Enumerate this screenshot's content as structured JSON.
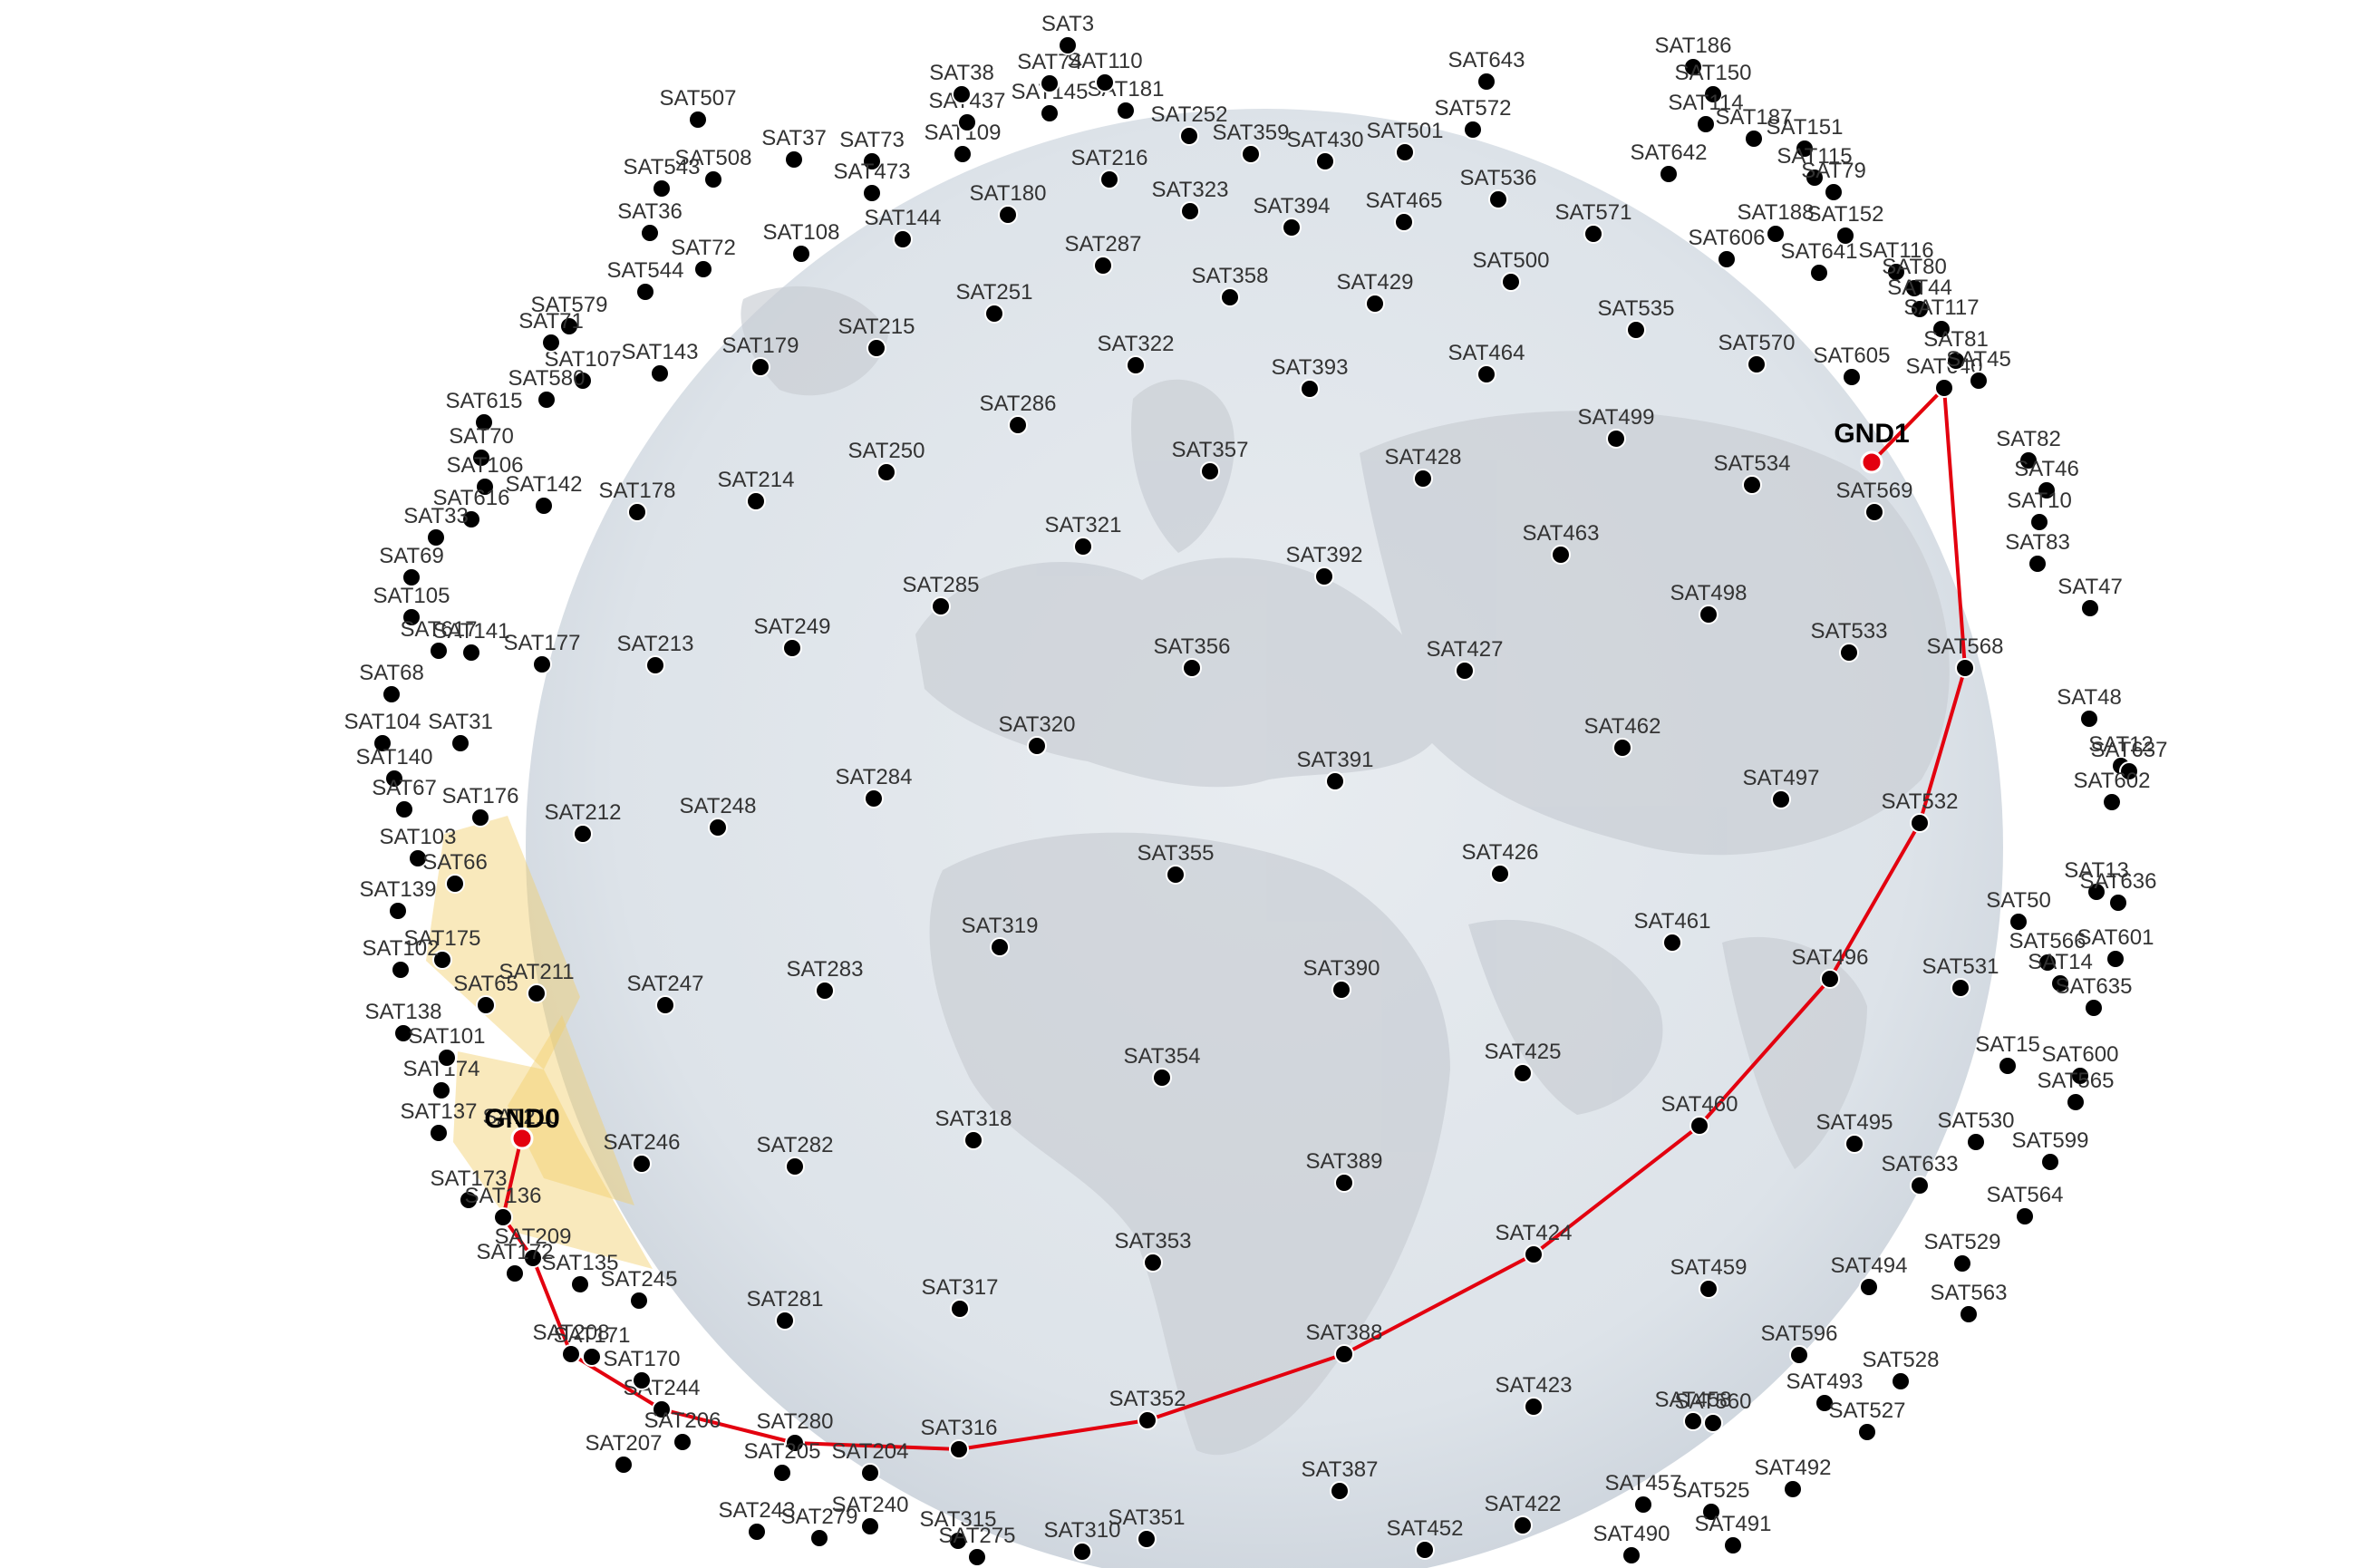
{
  "colors": {
    "background": "#ffffff",
    "globe": "#dfe4ea",
    "globe_edge": "#c9d2dc",
    "land": "#c7ccd3",
    "satellite": "#000000",
    "label": "#333333",
    "route": "#e3000f",
    "uplink": "#f2d600",
    "coverage": "#f2cf6a",
    "ground_station": "#e3000f"
  },
  "ground_stations": [
    {
      "id": "gnd-0",
      "label": "GND0"
    },
    {
      "id": "gnd-1",
      "label": "GND1"
    }
  ],
  "satellites": [
    {
      "label": "SAT216"
    },
    {
      "label": "SAT323"
    },
    {
      "label": "SAT394"
    },
    {
      "label": "SAT465"
    },
    {
      "label": "SAT536"
    },
    {
      "label": "SAT571"
    },
    {
      "label": "SAT606"
    },
    {
      "label": "SAT641"
    },
    {
      "label": "SAT180"
    },
    {
      "label": "SAT144"
    },
    {
      "label": "SAT108"
    },
    {
      "label": "SAT72"
    },
    {
      "label": "SAT287"
    },
    {
      "label": "SAT358"
    },
    {
      "label": "SAT429"
    },
    {
      "label": "SAT500"
    },
    {
      "label": "SAT535"
    },
    {
      "label": "SAT570"
    },
    {
      "label": "SAT605"
    },
    {
      "label": "SAT640"
    },
    {
      "label": "SAT251"
    },
    {
      "label": "SAT215"
    },
    {
      "label": "SAT179"
    },
    {
      "label": "SAT143"
    },
    {
      "label": "SAT107"
    },
    {
      "label": "SAT322"
    },
    {
      "label": "SAT393"
    },
    {
      "label": "SAT464"
    },
    {
      "label": "SAT499"
    },
    {
      "label": "SAT534"
    },
    {
      "label": "SAT569"
    },
    {
      "label": "SAT286"
    },
    {
      "label": "SAT250"
    },
    {
      "label": "SAT214"
    },
    {
      "label": "SAT178"
    },
    {
      "label": "SAT357"
    },
    {
      "label": "SAT428"
    },
    {
      "label": "SAT463"
    },
    {
      "label": "SAT321"
    },
    {
      "label": "SAT285"
    },
    {
      "label": "SAT249"
    },
    {
      "label": "SAT213"
    },
    {
      "label": "SAT177"
    },
    {
      "label": "SAT392"
    },
    {
      "label": "SAT498"
    },
    {
      "label": "SAT533"
    },
    {
      "label": "SAT568"
    },
    {
      "label": "SAT356"
    },
    {
      "label": "SAT427"
    },
    {
      "label": "SAT320"
    },
    {
      "label": "SAT284"
    },
    {
      "label": "SAT248"
    },
    {
      "label": "SAT212"
    },
    {
      "label": "SAT176"
    },
    {
      "label": "SAT391"
    },
    {
      "label": "SAT462"
    },
    {
      "label": "SAT497"
    },
    {
      "label": "SAT532"
    },
    {
      "label": "SAT355"
    },
    {
      "label": "SAT426"
    },
    {
      "label": "SAT319"
    },
    {
      "label": "SAT283"
    },
    {
      "label": "SAT247"
    },
    {
      "label": "SAT211"
    },
    {
      "label": "SAT175"
    },
    {
      "label": "SAT461"
    },
    {
      "label": "SAT496"
    },
    {
      "label": "SAT531"
    },
    {
      "label": "SAT390"
    },
    {
      "label": "SAT354"
    },
    {
      "label": "SAT425"
    },
    {
      "label": "SAT318"
    },
    {
      "label": "SAT282"
    },
    {
      "label": "SAT246"
    },
    {
      "label": "SAT210"
    },
    {
      "label": "SAT174"
    },
    {
      "label": "SAT460"
    },
    {
      "label": "SAT495"
    },
    {
      "label": "SAT530"
    },
    {
      "label": "SAT389"
    },
    {
      "label": "SAT353"
    },
    {
      "label": "SAT424"
    },
    {
      "label": "SAT317"
    },
    {
      "label": "SAT281"
    },
    {
      "label": "SAT245"
    },
    {
      "label": "SAT209"
    },
    {
      "label": "SAT459"
    },
    {
      "label": "SAT494"
    },
    {
      "label": "SAT529"
    },
    {
      "label": "SAT388"
    },
    {
      "label": "SAT352"
    },
    {
      "label": "SAT423"
    },
    {
      "label": "SAT316"
    },
    {
      "label": "SAT280"
    },
    {
      "label": "SAT244"
    },
    {
      "label": "SAT208"
    },
    {
      "label": "SAT458"
    },
    {
      "label": "SAT493"
    },
    {
      "label": "SAT528"
    },
    {
      "label": "SAT387"
    },
    {
      "label": "SAT351"
    },
    {
      "label": "SAT422"
    },
    {
      "label": "SAT315"
    },
    {
      "label": "SAT279"
    },
    {
      "label": "SAT243"
    },
    {
      "label": "SAT207"
    },
    {
      "label": "SAT457"
    },
    {
      "label": "SAT492"
    },
    {
      "label": "SAT527"
    },
    {
      "label": "SAT501"
    },
    {
      "label": "SAT430"
    },
    {
      "label": "SAT359"
    },
    {
      "label": "SAT252"
    },
    {
      "label": "SAT181"
    },
    {
      "label": "SAT145"
    },
    {
      "label": "SAT109"
    },
    {
      "label": "SAT437"
    },
    {
      "label": "SAT73"
    },
    {
      "label": "SAT37"
    },
    {
      "label": "SAT36"
    },
    {
      "label": "SAT544"
    },
    {
      "label": "SAT579"
    },
    {
      "label": "SAT71"
    },
    {
      "label": "SAT580"
    },
    {
      "label": "SAT615"
    },
    {
      "label": "SAT70"
    },
    {
      "label": "SAT106"
    },
    {
      "label": "SAT142"
    },
    {
      "label": "SAT616"
    },
    {
      "label": "SAT33"
    },
    {
      "label": "SAT69"
    },
    {
      "label": "SAT105"
    },
    {
      "label": "SAT617"
    },
    {
      "label": "SAT141"
    },
    {
      "label": "SAT68"
    },
    {
      "label": "SAT104"
    },
    {
      "label": "SAT31"
    },
    {
      "label": "SAT140"
    },
    {
      "label": "SAT67"
    },
    {
      "label": "SAT103"
    },
    {
      "label": "SAT66"
    },
    {
      "label": "SAT139"
    },
    {
      "label": "SAT102"
    },
    {
      "label": "SAT65"
    },
    {
      "label": "SAT138"
    },
    {
      "label": "SAT101"
    },
    {
      "label": "SAT137"
    },
    {
      "label": "SAT173"
    },
    {
      "label": "SAT136"
    },
    {
      "label": "SAT172"
    },
    {
      "label": "SAT135"
    },
    {
      "label": "SAT171"
    },
    {
      "label": "SAT170"
    },
    {
      "label": "SAT206"
    },
    {
      "label": "SAT205"
    },
    {
      "label": "SAT204"
    },
    {
      "label": "SAT240"
    },
    {
      "label": "SAT275"
    },
    {
      "label": "SAT310"
    },
    {
      "label": "SAT186"
    },
    {
      "label": "SAT150"
    },
    {
      "label": "SAT114"
    },
    {
      "label": "SAT187"
    },
    {
      "label": "SAT151"
    },
    {
      "label": "SAT115"
    },
    {
      "label": "SAT79"
    },
    {
      "label": "SAT642"
    },
    {
      "label": "SAT188"
    },
    {
      "label": "SAT152"
    },
    {
      "label": "SAT116"
    },
    {
      "label": "SAT80"
    },
    {
      "label": "SAT44"
    },
    {
      "label": "SAT117"
    },
    {
      "label": "SAT81"
    },
    {
      "label": "SAT45"
    },
    {
      "label": "SAT82"
    },
    {
      "label": "SAT46"
    },
    {
      "label": "SAT10"
    },
    {
      "label": "SAT83"
    },
    {
      "label": "SAT47"
    },
    {
      "label": "SAT48"
    },
    {
      "label": "SAT12"
    },
    {
      "label": "SAT637"
    },
    {
      "label": "SAT602"
    },
    {
      "label": "SAT13"
    },
    {
      "label": "SAT636"
    },
    {
      "label": "SAT50"
    },
    {
      "label": "SAT601"
    },
    {
      "label": "SAT566"
    },
    {
      "label": "SAT14"
    },
    {
      "label": "SAT635"
    },
    {
      "label": "SAT15"
    },
    {
      "label": "SAT600"
    },
    {
      "label": "SAT565"
    },
    {
      "label": "SAT599"
    },
    {
      "label": "SAT633"
    },
    {
      "label": "SAT564"
    },
    {
      "label": "SAT563"
    },
    {
      "label": "SAT596"
    },
    {
      "label": "SAT560"
    },
    {
      "label": "SAT525"
    },
    {
      "label": "SAT491"
    },
    {
      "label": "SAT490"
    },
    {
      "label": "SAT452"
    },
    {
      "label": "SAT643"
    },
    {
      "label": "SAT572"
    },
    {
      "label": "SAT507"
    },
    {
      "label": "SAT543"
    },
    {
      "label": "SAT508"
    },
    {
      "label": "SAT38"
    },
    {
      "label": "SAT74"
    },
    {
      "label": "SAT110"
    },
    {
      "label": "SAT3"
    },
    {
      "label": "SAT473"
    }
  ],
  "map": {
    "route_hops": [
      "GND1",
      "SAT640",
      "SAT568",
      "SAT532",
      "SAT496",
      "SAT460",
      "SAT424",
      "SAT388",
      "SAT352",
      "SAT316",
      "SAT280",
      "SAT244",
      "SAT208",
      "SAT209",
      "SAT136",
      "SAT210"
    ]
  }
}
